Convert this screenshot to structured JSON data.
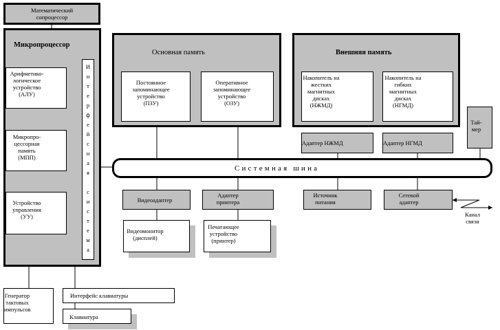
{
  "coprocessor": "Математический\nсопроцессор",
  "microprocessor": {
    "title": "Микропроцессор",
    "alu": "Арифметико-\nлогическое\nустройство\n(АЛУ)",
    "mpm": "Микропро-\nцессорная\nпамять\n(МПП)",
    "cu": "Устройство\nуправления\n(УУ)",
    "interface": [
      "И",
      "н",
      "т",
      "е",
      "р",
      "ф",
      "е",
      "й",
      "с",
      "н",
      "а",
      "я",
      "",
      "с",
      "и",
      "с",
      "т",
      "е",
      "м",
      "а"
    ]
  },
  "main_memory": {
    "title": "Основная память",
    "rom": "Постоянное\nзапоминающее\nустройство\n(ПЗУ)",
    "ram": "Оперативное\nзапоминающее\nустройство\n(ОЗУ)"
  },
  "external_memory": {
    "title": "Внешняя память",
    "hdd": "Накопитель на\nжестких\nмагнитных\nдисках\n(НЖМД)",
    "fdd": "Накопитель на\nгибких\nмагнитных\nдисках\n(НГМД)"
  },
  "timer": "Тай-\nмер",
  "hdd_adapter": "Адаптер НЖМД",
  "fdd_adapter": "Адаптер НГМД",
  "system_bus": "Системная шина",
  "video_adapter": "Видеоадаптер",
  "printer_adapter": "Адаптер\nпринтера",
  "power_supply": "Источник\nпитания",
  "network_adapter": "Сетевой\nадаптер",
  "channel": "Канал\nсвязи",
  "video_monitor": "Видеомонитор\n(дисплей)",
  "printer": "Печатающее\nустройство\n(принтер)",
  "clock_generator": "Генератор\nтактовых\nимпульсов",
  "keyboard_interface": "Интерфейс клавиатуры",
  "keyboard": "Клавиатура"
}
